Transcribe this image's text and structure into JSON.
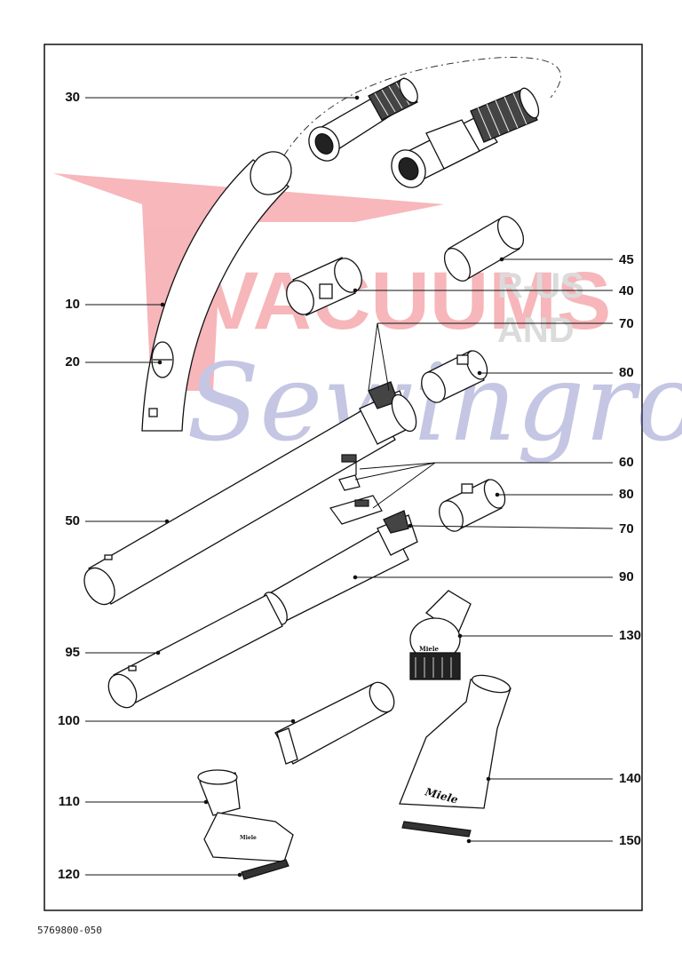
{
  "diagram": {
    "document_number": "5769800-050",
    "callouts": {
      "c30": "30",
      "c45": "45",
      "c40": "40",
      "c10": "10",
      "c70a": "70",
      "c20": "20",
      "c80a": "80",
      "c60": "60",
      "c80b": "80",
      "c50": "50",
      "c70b": "70",
      "c90": "90",
      "c95": "95",
      "c130": "130",
      "c100": "100",
      "c140": "140",
      "c110": "110",
      "c150": "150",
      "c120": "120"
    },
    "watermark": {
      "line1": "VACUUMS",
      "line1b": "R-US",
      "line1c": "AND",
      "line2": "Sewingroo"
    },
    "brand_marks": {
      "nozzle_140": "Miele",
      "brush_130": "Miele",
      "tool_110": "Miele"
    },
    "colors": {
      "watermark_red": "#e8323c",
      "watermark_blue": "#5a5fb0",
      "line": "#111111"
    }
  }
}
